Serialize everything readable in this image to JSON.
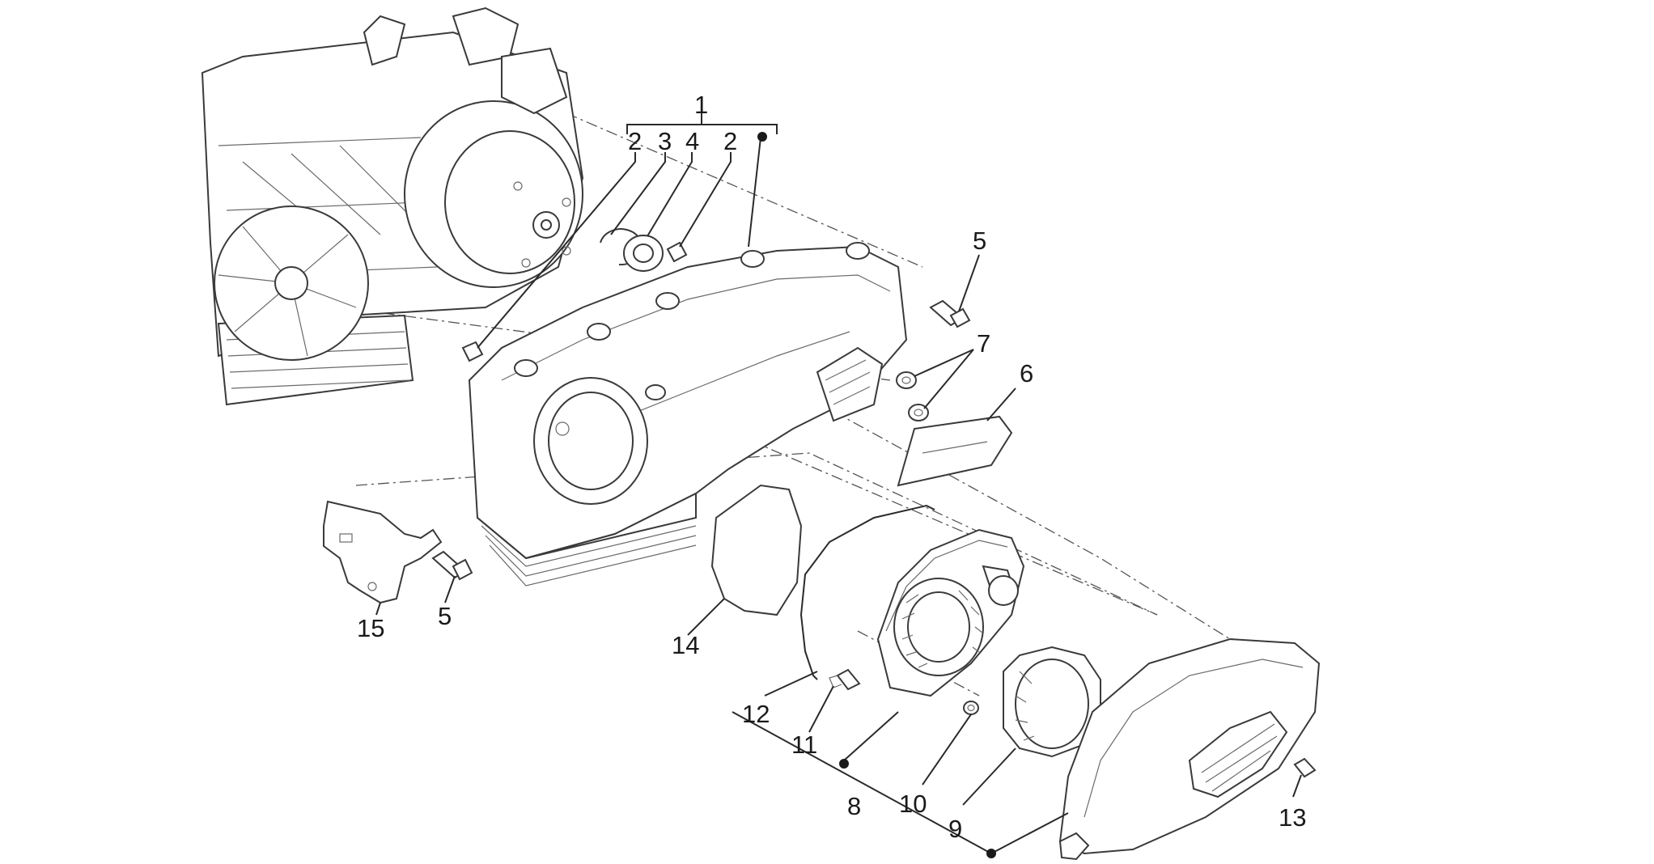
{
  "callouts": {
    "c1": "1",
    "c2a": "2",
    "c3": "3",
    "c4": "4",
    "c2b": "2",
    "c5a": "5",
    "c7": "7",
    "c6": "6",
    "c5b": "5",
    "c15": "15",
    "c14": "14",
    "c12": "12",
    "c11": "11",
    "c8": "8",
    "c10": "10",
    "c9": "9",
    "c13": "13"
  }
}
